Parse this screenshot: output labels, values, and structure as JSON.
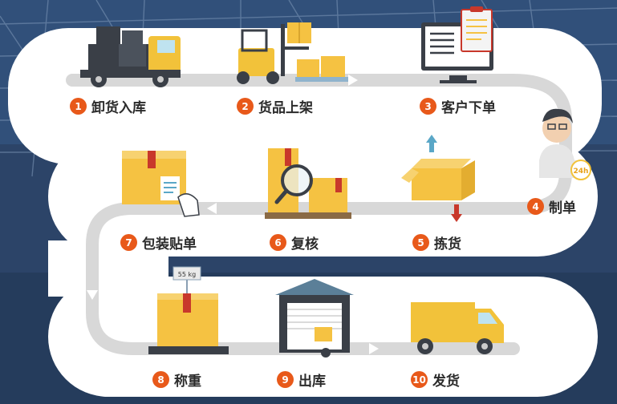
{
  "steps": [
    {
      "num": "1",
      "label": "卸货入库",
      "icon": "truck-unloading-icon"
    },
    {
      "num": "2",
      "label": "货品上架",
      "icon": "forklift-icon"
    },
    {
      "num": "3",
      "label": "客户下单",
      "icon": "computer-order-icon"
    },
    {
      "num": "4",
      "label": "制单",
      "icon": "operator-24h-icon"
    },
    {
      "num": "5",
      "label": "拣货",
      "icon": "open-box-icon"
    },
    {
      "num": "6",
      "label": "复核",
      "icon": "magnifier-boxes-icon"
    },
    {
      "num": "7",
      "label": "包装贴单",
      "icon": "labeled-box-icon"
    },
    {
      "num": "8",
      "label": "称重",
      "icon": "scale-box-icon"
    },
    {
      "num": "9",
      "label": "出库",
      "icon": "warehouse-door-icon"
    },
    {
      "num": "10",
      "label": "发货",
      "icon": "delivery-truck-icon"
    }
  ],
  "scale_reading": "55 kg",
  "clock_badge": "24h",
  "colors": {
    "background": "#2c4468",
    "panel": "#ffffff",
    "track": "#d8d8d8",
    "accent": "#e8591a",
    "box": "#f5c242",
    "box_tape": "#c8382b",
    "truck_body": "#f2c23a",
    "dark": "#3a3f47"
  }
}
